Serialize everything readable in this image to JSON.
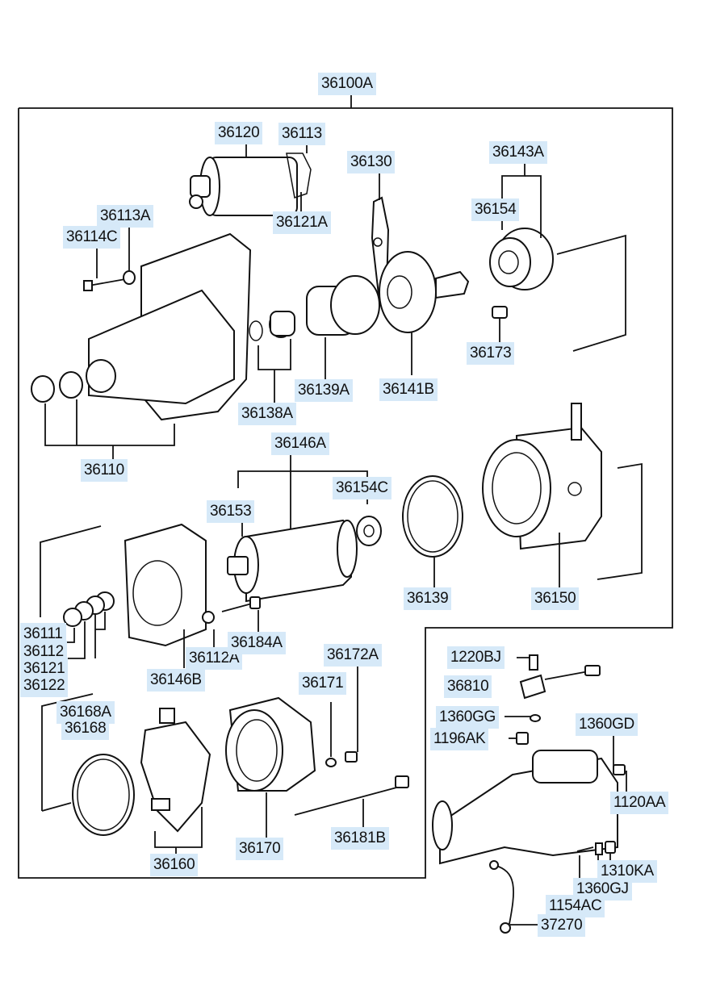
{
  "title": "36100A",
  "labels": {
    "starter_assy": "36100A",
    "solenoid": "36120",
    "solenoid_part": "36113",
    "plunger_spring": "36121A",
    "lever": "36130",
    "bearing_kit": "36143A",
    "bearing": "36154",
    "screw_36113a": "36113A",
    "screw_36114c": "36114C",
    "bolt_36173": "36173",
    "overrunning_clutch": "36139A",
    "plate": "36141B",
    "stop_ring": "36138A",
    "housing": "36110",
    "armature_assy": "36146A",
    "armature": "36153",
    "ball_bearing": "36154C",
    "o_ring": "36139",
    "yoke": "36150",
    "washers_1": "36111",
    "washers_2": "36112",
    "washers_3": "36121",
    "washers_4": "36122",
    "nut": "36112A",
    "bolt_36184a": "36184A",
    "bracket": "36146B",
    "screw_36172a": "36172A",
    "washer_36171": "36171",
    "seal_1": "36168A",
    "seal_2": "36168",
    "brush_holder": "36160",
    "end_cover": "36170",
    "through_bolt": "36181B",
    "bolt_1220bj": "1220BJ",
    "sensor": "36810",
    "washer_1360gg": "1360GG",
    "bolt_1196ak": "1196AK",
    "washer_1360gd": "1360GD",
    "bolt_1120aa": "1120AA",
    "nut_1310ka": "1310KA",
    "washer_1360gj": "1360GJ",
    "stud_1154ac": "1154AC",
    "cable": "37270"
  }
}
